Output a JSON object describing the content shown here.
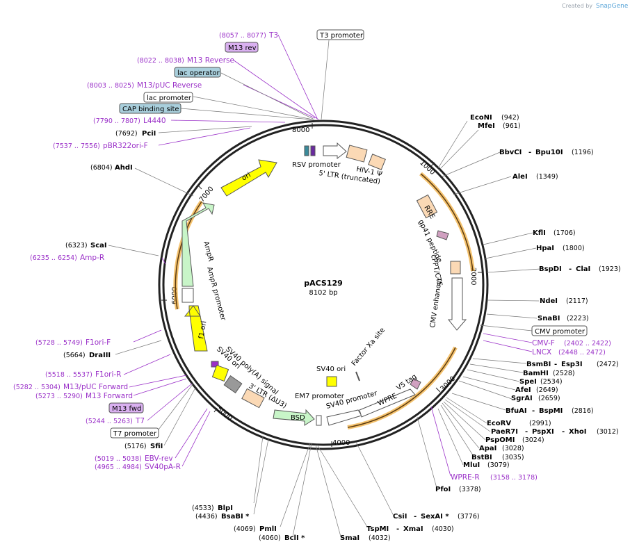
{
  "credit": {
    "prefix": "Created by",
    "brand": "SnapGene"
  },
  "plasmid": {
    "name": "pACS129",
    "size": "8102 bp"
  },
  "ticks": [
    "1000",
    "2000",
    "3000",
    "4000",
    "5000",
    "6000",
    "7000",
    "8000"
  ],
  "top_labels": {
    "t3": {
      "coord": "(8057 .. 8077)",
      "name": "T3"
    },
    "m13rev": "M13 rev",
    "t3promoter": "T3 promoter",
    "m13reverse": {
      "coord": "(8022 .. 8038)",
      "name": "M13 Reverse"
    },
    "lacop": "lac operator",
    "m13puc_rev": {
      "coord": "(8003 .. 8025)",
      "name": "M13/pUC Reverse"
    },
    "lacprom": "lac promoter",
    "cap": "CAP binding site",
    "l4440": {
      "coord": "(7790 .. 7807)",
      "name": "L4440"
    },
    "pcii": {
      "coord": "(7692)",
      "name": "PciI"
    },
    "pbr322": {
      "coord": "(7537 .. 7556)",
      "name": "pBR322ori-F"
    }
  },
  "left_labels": {
    "ahdi": {
      "coord": "(6804)",
      "name": "AhdI"
    },
    "scai": {
      "coord": "(6323)",
      "name": "ScaI"
    },
    "ampr_primer": {
      "coord": "(6235 .. 6254)",
      "name": "Amp-R"
    },
    "f1orif": {
      "coord": "(5728 .. 5749)",
      "name": "F1ori-F"
    },
    "draiii": {
      "coord": "(5664)",
      "name": "DraIII"
    },
    "f1orir": {
      "coord": "(5518 .. 5537)",
      "name": "F1ori-R"
    },
    "m13puc_fwd": {
      "coord": "(5282 .. 5304)",
      "name": "M13/pUC Forward"
    },
    "m13forward": {
      "coord": "(5273 .. 5290)",
      "name": "M13 Forward"
    },
    "m13fwd": "M13 fwd",
    "t7": {
      "coord": "(5244 .. 5263)",
      "name": "T7"
    },
    "t7promoter": "T7 promoter",
    "sfii": {
      "coord": "(5176)",
      "name": "SfiI"
    },
    "ebvrev": {
      "coord": "(5019 .. 5038)",
      "name": "EBV-rev"
    },
    "sv40pa": {
      "coord": "(4965 .. 4984)",
      "name": "SV40pA-R"
    }
  },
  "bottom_labels": {
    "blpi": {
      "coord": "(4533)",
      "name": "BlpI"
    },
    "bsabi": {
      "coord": "(4436)",
      "name": "BsaBI *"
    },
    "pmli": {
      "coord": "(4069)",
      "name": "PmlI"
    },
    "bcli": {
      "coord": "(4060)",
      "name": "BclI *"
    },
    "smai": {
      "coord": "(4032)",
      "name": "SmaI"
    },
    "tspmi": {
      "name": "TspMI",
      "sep": "-",
      "name2": "XmaI",
      "coord": "(4030)"
    },
    "csii": {
      "name": "CsiI",
      "sep": "-",
      "name2": "SexAI *",
      "coord": "(3776)"
    },
    "pfoi": {
      "name": "PfoI",
      "coord": "(3378)"
    }
  },
  "right_labels": {
    "econi": {
      "name": "EcoNI",
      "coord": "(942)"
    },
    "mfei": {
      "name": "MfeI",
      "coord": "(961)"
    },
    "bbvci": {
      "name": "BbvCI",
      "sep": "-",
      "name2": "Bpu10I",
      "coord": "(1196)"
    },
    "alei": {
      "name": "AleI",
      "coord": "(1349)"
    },
    "kfli": {
      "name": "KflI",
      "coord": "(1706)"
    },
    "hpai": {
      "name": "HpaI",
      "coord": "(1800)"
    },
    "bspdi": {
      "name": "BspDI",
      "sep": "-",
      "name2": "ClaI",
      "coord": "(1923)"
    },
    "ndei": {
      "name": "NdeI",
      "coord": "(2117)"
    },
    "snabi": {
      "name": "SnaBI",
      "coord": "(2223)"
    },
    "cmvprom": "CMV promoter",
    "cmvf": {
      "name": "CMV-F",
      "coord": "(2402 .. 2422)"
    },
    "lncx": {
      "name": "LNCX",
      "coord": "(2448 .. 2472)"
    },
    "bsmbi": {
      "name": "BsmBI",
      "sep": "-",
      "name2": "Esp3I",
      "coord": "(2472)"
    },
    "bamhi": {
      "name": "BamHI",
      "coord": "(2528)"
    },
    "spei": {
      "name": "SpeI",
      "coord": "(2534)"
    },
    "afei": {
      "name": "AfeI",
      "coord": "(2649)"
    },
    "sgrai": {
      "name": "SgrAI",
      "coord": "(2659)"
    },
    "bfuai": {
      "name": "BfuAI",
      "sep": "-",
      "name2": "BspMI",
      "coord": "(2816)"
    },
    "ecorv": {
      "name": "EcoRV",
      "coord": "(2991)"
    },
    "paer7i": {
      "name": "PaeR7I",
      "sep": "-",
      "name2": "PspXI",
      "sep2": "-",
      "name3": "XhoI",
      "coord": "(3012)"
    },
    "pspomi": {
      "name": "PspOMI",
      "coord": "(3024)"
    },
    "apai": {
      "name": "ApaI",
      "coord": "(3028)"
    },
    "bstbi": {
      "name": "BstBI",
      "coord": "(3035)"
    },
    "mlui": {
      "name": "MluI",
      "coord": "(3079)"
    },
    "wprer": {
      "name": "WPRE-R",
      "coord": "(3158 .. 3178)"
    }
  },
  "features": {
    "rsv": "RSV promoter",
    "hiv": "HIV-1 Ψ",
    "ltr5": "5' LTR (truncated)",
    "rre": "RRE",
    "gp41": "gp41 peptide",
    "cppt": "cPPT/CTS",
    "cmvenh": "CMV enhancer",
    "factorxa": "Factor Xa site",
    "sv40ori_in": "SV40 ori",
    "v5": "V5 tag",
    "sv40prom": "SV40 promoter",
    "wpre": "WPRE",
    "em7": "EM7 promoter",
    "bsd": "BSD",
    "ltr3": "3' LTR (ΔU3)",
    "sv40polya": "SV40 poly(A) signal",
    "sv40ori": "SV40 ori",
    "f1ori": "f1 ori",
    "amprprom": "AmpR promoter",
    "ampr": "AmpR",
    "ori": "ori"
  },
  "colors": {
    "primer": "#9a30c8",
    "ring": "#222222",
    "orange": "#f0a830",
    "yellow": "#ffff00",
    "green": "#c8f5c8",
    "peach": "#fbd9b5",
    "blue": "#a9cfdc",
    "purple": "#d9b0f0"
  }
}
